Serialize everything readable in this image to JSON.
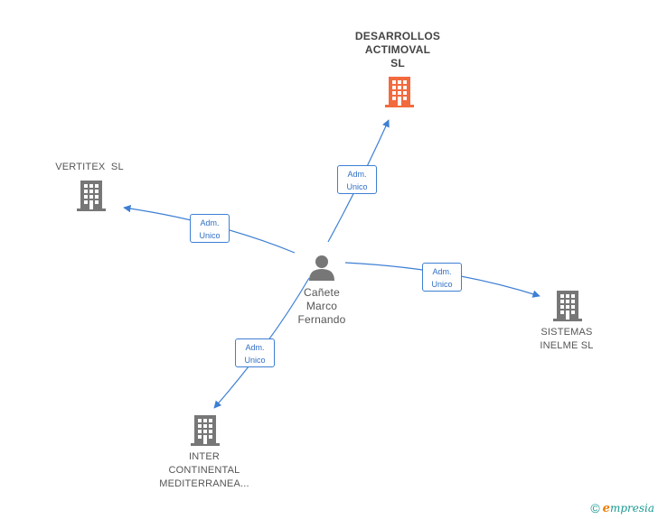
{
  "colors": {
    "edge": "#3d7fd4",
    "building_default": "#777777",
    "building_highlight": "#f26a3d",
    "person": "#777777"
  },
  "center": {
    "name_lines": [
      "Cañete",
      "Marco",
      "Fernando"
    ],
    "icon": "person-icon"
  },
  "companies": [
    {
      "id": "desarrollos",
      "name_lines": [
        "DESARROLLOS",
        "ACTIMOVAL",
        "SL"
      ],
      "icon": "building-icon",
      "highlight": true
    },
    {
      "id": "vertitex",
      "name_lines": [
        "VERTITEX  SL"
      ],
      "icon": "building-icon",
      "highlight": false
    },
    {
      "id": "sistemas",
      "name_lines": [
        "SISTEMAS",
        "INELME SL"
      ],
      "icon": "building-icon",
      "highlight": false
    },
    {
      "id": "inter",
      "name_lines": [
        "INTER",
        "CONTINENTAL",
        "MEDITERRANEA..."
      ],
      "icon": "building-icon",
      "highlight": false
    }
  ],
  "edges": [
    {
      "to": "desarrollos",
      "label_lines": [
        "Adm.",
        "Unico"
      ]
    },
    {
      "to": "vertitex",
      "label_lines": [
        "Adm.",
        "Unico"
      ]
    },
    {
      "to": "sistemas",
      "label_lines": [
        "Adm.",
        "Unico"
      ]
    },
    {
      "to": "inter",
      "label_lines": [
        "Adm.",
        "Unico"
      ]
    }
  ],
  "footer": {
    "copyright_symbol": "©",
    "brand_initial": "e",
    "brand_rest": "mpresia"
  }
}
